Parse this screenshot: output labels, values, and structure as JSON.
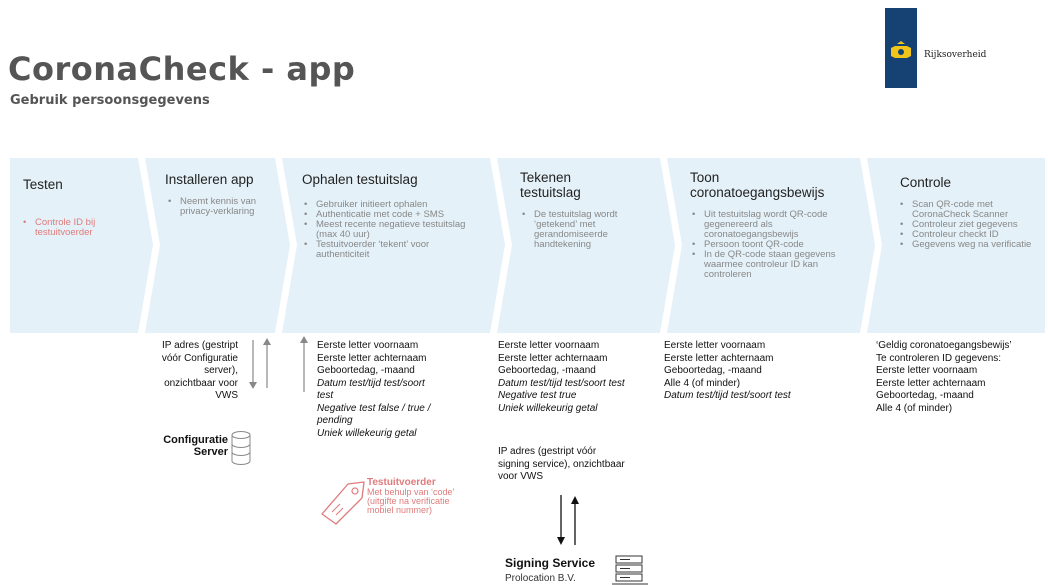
{
  "header": {
    "title": "CoronaCheck - app",
    "subtitle": "Gebruik persoonsgegevens",
    "logo_text": "Rijksoverheid"
  },
  "stages": [
    {
      "title": "Testen",
      "items": [
        "Controle ID bij testuitvoerder"
      ]
    },
    {
      "title": "Installeren app",
      "items": [
        "Neemt kennis van privacy-verklaring"
      ]
    },
    {
      "title": "Ophalen testuitslag",
      "items": [
        "Gebruiker initieert ophalen",
        "Authenticatie met code + SMS",
        "Meest recente negatieve testuitslag (max 40 uur)",
        "Testuitvoerder ‘tekent’ voor authenticiteit"
      ]
    },
    {
      "title": "Tekenen testuitslag",
      "items": [
        "De testuitslag wordt ‘getekend’ met gerandomiseerde handtekening"
      ]
    },
    {
      "title": "Toon coronatoegangsbewijs",
      "items": [
        "Uit testuitslag wordt QR-code gegenereerd als coronatoegangsbewijs",
        "Persoon toont QR-code",
        "In de QR-code staan gegevens waarmee controleur ID kan controleren"
      ]
    },
    {
      "title": "Controle",
      "items": [
        "Scan QR-code met CoronaCheck Scanner",
        "Controleur ziet gegevens",
        "Controleur checkt ID",
        "Gegevens weg na verificatie"
      ]
    }
  ],
  "config_flow": {
    "ip_text": [
      "IP adres (gestript",
      "vóór Configuratie",
      "server),",
      "onzichtbaar voor",
      "VWS"
    ],
    "server_label": [
      "Configuratie",
      "Server"
    ]
  },
  "data_lists": {
    "ophalen": [
      {
        "t": "Eerste letter voornaam",
        "i": false
      },
      {
        "t": "Eerste letter achternaam",
        "i": false
      },
      {
        "t": "Geboortedag, -maand",
        "i": false
      },
      {
        "t": "Datum test/tijd test/soort",
        "i": true
      },
      {
        "t": "test",
        "i": true
      },
      {
        "t": "Negative test false / true /",
        "i": true
      },
      {
        "t": "pending",
        "i": true
      },
      {
        "t": "Uniek willekeurig getal",
        "i": true
      }
    ],
    "tekenen": [
      {
        "t": "Eerste letter voornaam",
        "i": false
      },
      {
        "t": "Eerste letter achternaam",
        "i": false
      },
      {
        "t": "Geboortedag, -maand",
        "i": false
      },
      {
        "t": "Datum test/tijd test/soort test",
        "i": true
      },
      {
        "t": "Negative test true",
        "i": true
      },
      {
        "t": "Uniek willekeurig getal",
        "i": true
      }
    ],
    "toon": [
      {
        "t": "Eerste letter voornaam",
        "i": false
      },
      {
        "t": "Eerste letter achternaam",
        "i": false
      },
      {
        "t": "Geboortedag, -maand",
        "i": false
      },
      {
        "t": "Alle 4 (of minder)",
        "i": false
      },
      {
        "t": "Datum test/tijd test/soort test",
        "i": true
      }
    ],
    "controle": [
      {
        "t": "‘Geldig coronatoegangsbewijs’",
        "i": false
      },
      {
        "t": "Te controleren ID gegevens:",
        "i": false
      },
      {
        "t": "Eerste letter voornaam",
        "i": false
      },
      {
        "t": "Eerste letter achternaam",
        "i": false
      },
      {
        "t": "Geboortedag, -maand",
        "i": false
      },
      {
        "t": "Alle 4 (of minder)",
        "i": false
      }
    ]
  },
  "testuitvoerder": {
    "title": "Testuitvoerder",
    "desc": [
      "Met behulp  van ‘code’",
      "(uitgifte na verificatie",
      "mobiel nummer)"
    ]
  },
  "signing": {
    "ip_text": [
      "IP adres (gestript vóór",
      "signing service), onzichtbaar",
      "voor VWS"
    ],
    "title": "Signing Service",
    "subtitle": "Prolocation B.V."
  },
  "colors": {
    "band": "#e4f1f8",
    "accent_red": "#e07b7b",
    "header_grey": "#555555",
    "logo_blue": "#154273"
  }
}
